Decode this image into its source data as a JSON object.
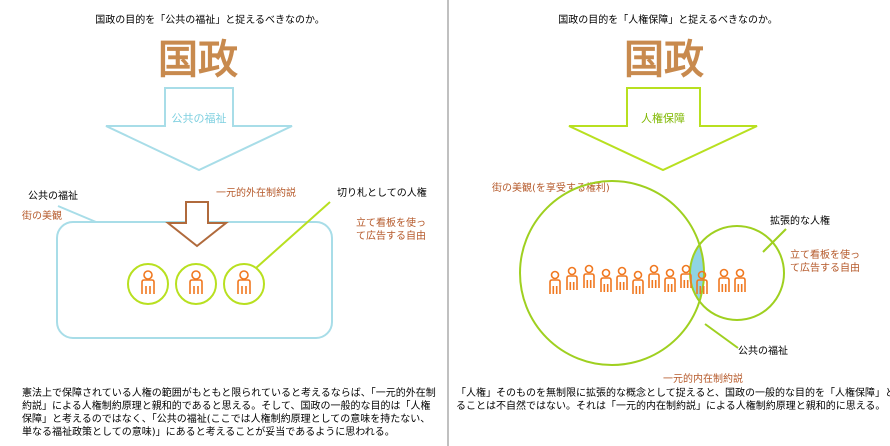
{
  "left": {
    "heading": "国政の目的を「公共の福祉」と捉えるべきなのか。",
    "big_title": "国政",
    "arrow_label": "公共の福祉",
    "label_public_welfare": "公共の福祉",
    "label_street": "街の美観",
    "label_external": "一元的外在制約説",
    "label_trump": "切り札としての人権",
    "label_sign_1": "立て看板を使っ",
    "label_sign_2": "て広告する自由",
    "body_lines": [
      "憲法上で保障されている人権の範囲がもともと限られていると考えるならば、「一元的外在制",
      "約説」による人権制約原理と親和的であると思える。そして、国政の一般的な目的は「人権",
      "保障」と考えるのではなく、「公共の福祉(ここでは人権制約原理としての意味を持たない、",
      "単なる福祉政策としての意味)」にあると考えることが妥当であるように思われる。"
    ],
    "colors": {
      "frame": "#a8dde8",
      "arrow_brown": "#b06a3c",
      "callout": "#b8e020"
    }
  },
  "right": {
    "heading": "国政の目的を「人権保障」と捉えるべきなのか。",
    "big_title": "国政",
    "arrow_label": "人権保障",
    "label_street_enjoy": "街の美観(を享受する権利)",
    "label_expansive": "拡張的な人権",
    "label_sign_1": "立て看板を使っ",
    "label_sign_2": "て広告する自由",
    "label_public_welfare": "公共の福祉",
    "label_internal": "一元的内在制約説",
    "body_lines": [
      "「人権」そのものを無制限に拡張的な概念として捉えると、国政の一般的な目的を「人権保障」と考え",
      "ることは不自然ではない。それは「一元的内在制約説」による人権制約原理と親和的に思える。"
    ],
    "colors": {
      "circle": "#9fd020",
      "overlap": "#8fd4e4"
    }
  }
}
